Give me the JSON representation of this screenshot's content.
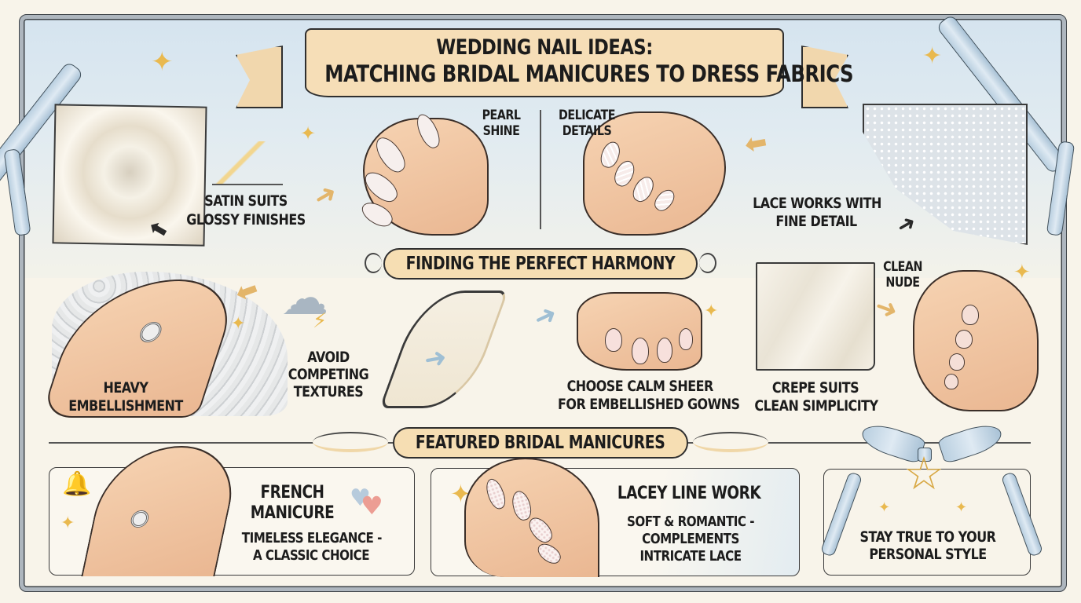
{
  "title": {
    "line1": "Wedding Nail Ideas:",
    "line2": "Matching Bridal Manicures to Dress Fabrics"
  },
  "top_row": {
    "satin": {
      "label_line1": "Satin Suits",
      "label_line2": "Glossy Finishes"
    },
    "pearl": {
      "label_line1": "Pearl",
      "label_line2": "Shine"
    },
    "delicate": {
      "label_line1": "Delicate",
      "label_line2": "Details"
    },
    "lace": {
      "label_line1": "Lace Works With",
      "label_line2": "Fine Detail"
    }
  },
  "harmony": {
    "heading": "Finding the Perfect Harmony",
    "heavy": {
      "label_line1": "Heavy",
      "label_line2": "Embellishment"
    },
    "avoid": {
      "label_line1": "Avoid",
      "label_line2": "Competing",
      "label_line3": "Textures"
    },
    "calm": {
      "label_line1": "Choose Calm Sheer",
      "label_line2": "For Embellished Gowns"
    },
    "clean_nude": {
      "label_line1": "Clean",
      "label_line2": "Nude"
    },
    "crepe": {
      "label_line1": "Crepe Suits",
      "label_line2": "Clean Simplicity"
    }
  },
  "featured": {
    "heading": "Featured Bridal Manicures",
    "cards": [
      {
        "title_line1": "French",
        "title_line2": "Manicure",
        "desc_line1": "Timeless Elegance -",
        "desc_line2": "A Classic Choice"
      },
      {
        "title_line1": "Lacey Line Work",
        "desc_line1": "Soft & Romantic -",
        "desc_line2": "Complements",
        "desc_line3": "Intricate Lace"
      },
      {
        "desc_line1": "Stay True to Your",
        "desc_line2": "Personal Style"
      }
    ]
  },
  "icons": {
    "sparkle": "✦",
    "arrow_right": "➜",
    "arrow_left": "⬅",
    "heart": "♥",
    "bell": "🔔",
    "cloud": "☁",
    "lightning": "⚡",
    "star": "☆"
  },
  "colors": {
    "background": "#f8f4ea",
    "sky": "#d5e4ef",
    "banner": "#f6deb7",
    "frame": "#aeb6be",
    "accent_gold": "#e9b94f",
    "ribbon_blue": "#b9cfe0",
    "skin": "#f0c4a0"
  }
}
